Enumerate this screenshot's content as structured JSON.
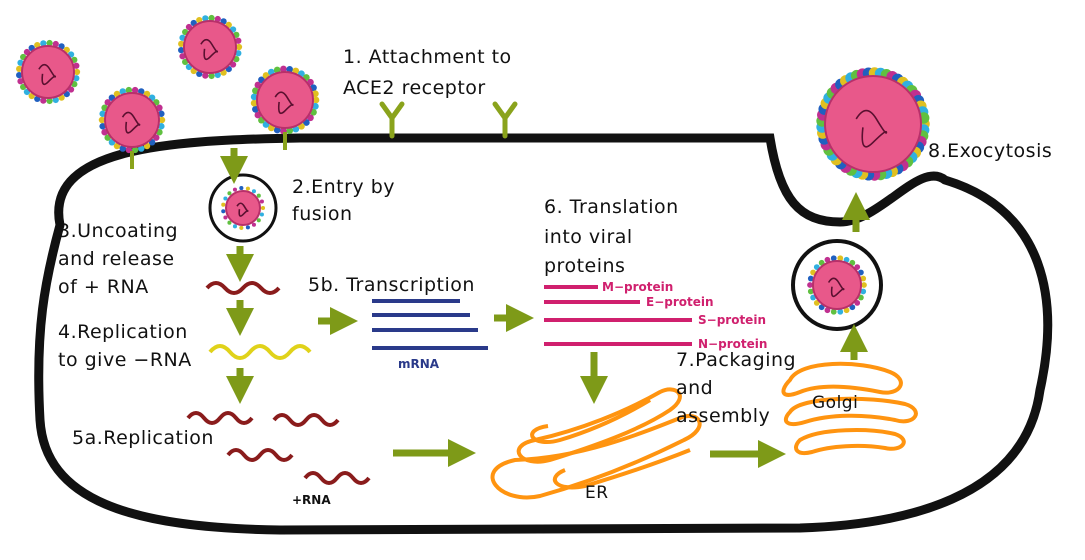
{
  "labels": {
    "step1_line1": "1. Attachment to",
    "step1_line2": "ACE2 receptor",
    "step2_line1": "2.Entry by",
    "step2_line2": "fusion",
    "step3_line1": "3.Uncoating",
    "step3_line2": "and release",
    "step3_line3": "of + RNA",
    "step4_line1": "4.Replication",
    "step4_line2": "to give −RNA",
    "step5a": "5a.Replication",
    "step5b": "5b. Transcription",
    "step6_line1": "6. Translation",
    "step6_line2": "into viral",
    "step6_line3": "proteins",
    "step7_line1": "7.Packaging",
    "step7_line2": "and",
    "step7_line3": "assembly",
    "step8": "8.Exocytosis",
    "mrna": "mRNA",
    "plus_rna": "+RNA",
    "er": "ER",
    "golgi": "Golgi"
  },
  "proteins": [
    "M−protein",
    "E−protein",
    "S−protein",
    "N−protein"
  ],
  "colors": {
    "membrane": "#111111",
    "virus_fill": "#e8588a",
    "virus_edge": "#b8306a",
    "arrow": "#7e9a18",
    "receptor": "#8aa31c",
    "rna": "#8a1c1c",
    "neg_rna": "#e0d21a",
    "mrna": "#2a3a8a",
    "protein": "#d0206e",
    "organelle": "#ff9410"
  },
  "icons": [
    "virus-icon",
    "ace2-receptor-icon",
    "arrow-icon",
    "endosome-icon",
    "vesicle-icon"
  ]
}
